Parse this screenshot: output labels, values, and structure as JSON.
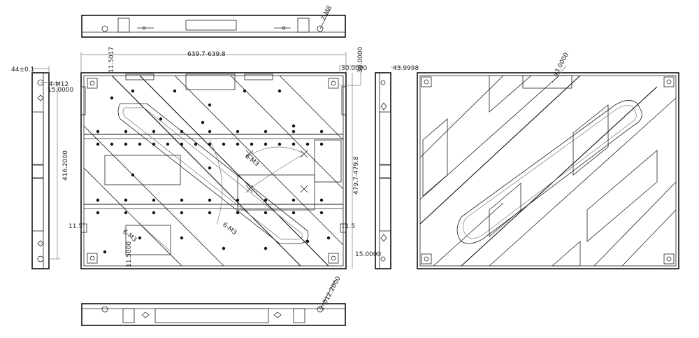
{
  "drawing": {
    "dimensions": {
      "top_bolt": "2-M8",
      "side_thickness": "44±0.1",
      "side_bolt": "4-M12",
      "side_offset": "15.0000",
      "side_height": "416.2000",
      "front_width": "639.7-639.8",
      "front_top_offset": "11.5017",
      "front_height": "479.7-479.8",
      "front_right_top": "30.0000",
      "front_right_top2": "30.0000",
      "front_left_mid": "11.5",
      "front_right_mid": "11.5",
      "front_bottom_offset": "11.5000",
      "holes_upper": "6-M3",
      "holes_right": "6-M3",
      "holes_lower": "6-M3",
      "right_side_depth": "43.9998",
      "right_side_bottom": "15.0000",
      "back_offset": "43.0000",
      "bottom_hole": "2-Ø12.2000"
    }
  }
}
